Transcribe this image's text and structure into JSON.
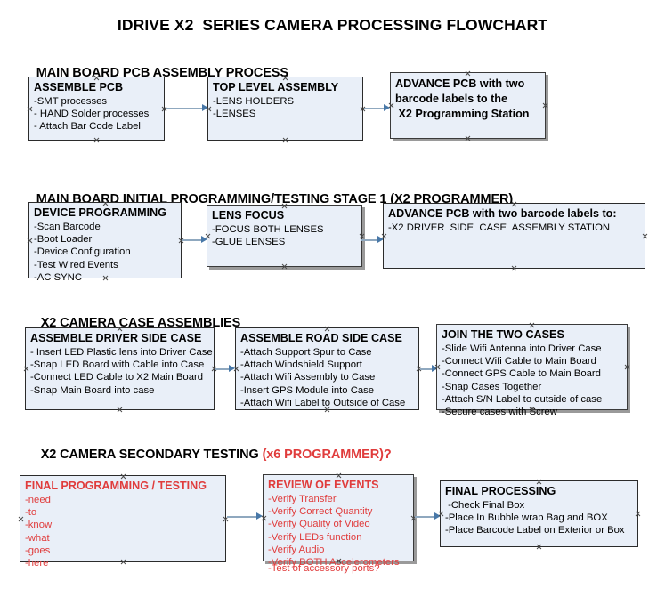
{
  "title": "IDRIVE X2  SERIES CAMERA PROCESSING FLOWCHART",
  "sections": [
    {
      "id": "main-board-pcb-assembly",
      "heading": "MAIN BOARD PCB ASSEMBLY PROCESS",
      "heading_suffix": ""
    },
    {
      "id": "main-board-initial-programming",
      "heading": "MAIN BOARD INITIAL PROGRAMMING/TESTING STAGE 1 (X2 PROGRAMMER)",
      "heading_suffix": ""
    },
    {
      "id": "x2-camera-case-assemblies",
      "heading": "X2 CAMERA CASE ASSEMBLIES",
      "heading_suffix": ""
    },
    {
      "id": "x2-camera-secondary-testing",
      "heading": "X2 CAMERA SECONDARY TESTING ",
      "heading_suffix": "(x6 PROGRAMMER)?"
    }
  ],
  "nodes": {
    "assemble_pcb": {
      "title": "ASSEMBLE PCB",
      "lines": [
        "-SMT processes",
        "- HAND Solder processes",
        "- Attach Bar Code Label"
      ]
    },
    "top_level_assembly": {
      "title": "TOP LEVEL ASSEMBLY",
      "lines": [
        "-LENS HOLDERS",
        "-LENSES"
      ]
    },
    "advance_pcb_station": {
      "title": "ADVANCE PCB with two\nbarcode labels to the\n X2 Programming Station",
      "lines": []
    },
    "device_programming": {
      "title": "DEVICE PROGRAMMING",
      "lines": [
        "-Scan Barcode",
        "-Boot Loader",
        "-Device Configuration",
        "-Test Wired Events",
        "-AC SYNC"
      ]
    },
    "lens_focus": {
      "title": "LENS FOCUS",
      "lines": [
        "-FOCUS BOTH LENSES",
        "-GLUE LENSES"
      ]
    },
    "advance_pcb_driver": {
      "title": "ADVANCE PCB with two barcode labels to:",
      "lines": [
        "-X2 DRIVER  SIDE  CASE  ASSEMBLY STATION"
      ]
    },
    "assemble_driver_side_case": {
      "title": "ASSEMBLE DRIVER SIDE CASE",
      "lines": [
        "- Insert LED Plastic lens into Driver Case",
        "-Snap LED Board with Cable into Case",
        "-Connect LED Cable to X2 Main Board",
        "-Snap Main Board into case"
      ]
    },
    "assemble_road_side_case": {
      "title": "ASSEMBLE ROAD SIDE CASE",
      "lines": [
        "-Attach Support Spur to Case",
        "-Attach Windshield Support",
        "-Attach Wifi Assembly to Case",
        "-Insert GPS Module into Case",
        "-Attach Wifi Label to Outside of Case"
      ]
    },
    "join_the_two_cases": {
      "title": "JOIN THE TWO CASES",
      "lines": [
        "-Slide Wifi Antenna into Driver Case",
        "-Connect Wifi Cable to Main Board",
        "-Connect GPS Cable to Main Board",
        "-Snap Cases Together",
        "-Attach S/N Label to outside of case",
        "-Secure cases with Screw"
      ]
    },
    "final_programming_testing": {
      "title": "FINAL PROGRAMMING / TESTING",
      "lines": [
        "-need",
        "-to",
        "-know",
        "-what",
        "-goes",
        "-here"
      ]
    },
    "review_of_events": {
      "title": "REVIEW OF EVENTS",
      "lines": [
        "-Verify Transfer",
        "-Verify Correct Quantity",
        "-Verify Quality of Video",
        "-Verify LEDs function",
        "-Verify Audio",
        "-Verify BOTH Accelerometers"
      ],
      "overflow_line": "-Test of accessory ports?"
    },
    "final_processing": {
      "title": "FINAL PROCESSING",
      "lines": [
        " -Check Final Box",
        "-Place In Bubble wrap Bag and BOX",
        "-Place Barcode Label on Exterior or Box"
      ]
    }
  },
  "colors": {
    "box_fill": "#e9eff8",
    "box_border": "#2b2b2b",
    "red_text": "#e03c3c",
    "arrow_shaft": "#8fa8bf",
    "arrow_head": "#4878a8",
    "shadow": "#9a9a9a"
  }
}
